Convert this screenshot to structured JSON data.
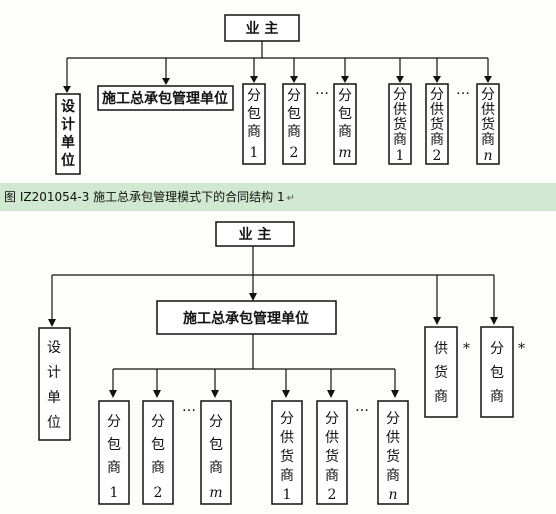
{
  "top": {
    "owner": "业    主",
    "design_unit": [
      "设",
      "计",
      "单",
      "位"
    ],
    "gc_unit": "施工总承包管理单位",
    "subcontractors": [
      {
        "chars": [
          "分",
          "包",
          "商"
        ],
        "index": "1"
      },
      {
        "chars": [
          "分",
          "包",
          "商"
        ],
        "index": "2"
      },
      {
        "chars": [
          "分",
          "包",
          "商"
        ],
        "index": "m"
      }
    ],
    "suppliers": [
      {
        "chars": [
          "分",
          "供",
          "货",
          "商"
        ],
        "index": "1"
      },
      {
        "chars": [
          "分",
          "供",
          "货",
          "商"
        ],
        "index": "2"
      },
      {
        "chars": [
          "分",
          "供",
          "货",
          "商"
        ],
        "index": "n"
      }
    ],
    "ellipsis": "…"
  },
  "caption": "图 IZ201054-3  施工总承包管理模式下的合同结构 1",
  "caption_mark": "↵",
  "bottom": {
    "owner": "业    主",
    "design_unit": [
      "设",
      "计",
      "单",
      "位"
    ],
    "gc_unit": "施工总承包管理单位",
    "supplier_direct": [
      "供",
      "货",
      "商"
    ],
    "sub_direct": [
      "分",
      "包",
      "商"
    ],
    "asterisk": "*",
    "subcontractors": [
      {
        "chars": [
          "分",
          "包",
          "商"
        ],
        "index": "1"
      },
      {
        "chars": [
          "分",
          "包",
          "商"
        ],
        "index": "2"
      },
      {
        "chars": [
          "分",
          "包",
          "商"
        ],
        "index": "m"
      }
    ],
    "suppliers": [
      {
        "chars": [
          "分",
          "供",
          "货",
          "商"
        ],
        "index": "1"
      },
      {
        "chars": [
          "分",
          "供",
          "货",
          "商"
        ],
        "index": "2"
      },
      {
        "chars": [
          "分",
          "供",
          "货",
          "商"
        ],
        "index": "n"
      }
    ],
    "ellipsis": "…"
  }
}
